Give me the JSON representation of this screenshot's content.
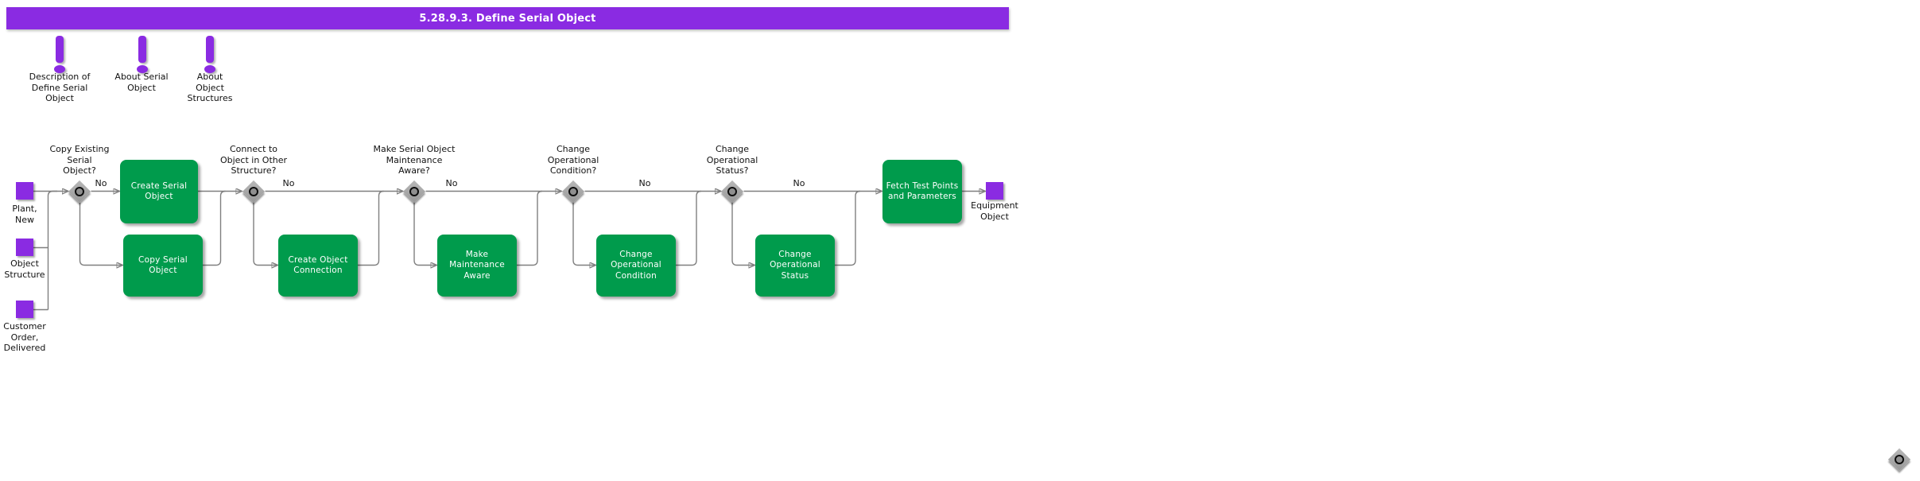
{
  "title": "5.28.9.3. Define Serial Object",
  "colors": {
    "accent_purple": "#8A2BE2",
    "task_green": "#009B4C",
    "connector_gray": "#7f7f7f",
    "decision_gray": "#a8a8a8"
  },
  "notes": [
    {
      "icon": "exclamation-icon",
      "label": "Description of\nDefine Serial\nObject"
    },
    {
      "icon": "exclamation-icon",
      "label": "About Serial\nObject"
    },
    {
      "icon": "exclamation-icon",
      "label": "About\nObject\nStructures"
    }
  ],
  "inputs": [
    {
      "label": "Plant,\nNew"
    },
    {
      "label": "Object\nStructure"
    },
    {
      "label": "Customer\nOrder,\nDelivered"
    }
  ],
  "output": {
    "label": "Equipment\nObject"
  },
  "decisions": [
    {
      "question": "Copy Existing\nSerial\nObject?",
      "no_label": "No"
    },
    {
      "question": "Connect to\nObject in Other\nStructure?",
      "no_label": "No"
    },
    {
      "question": "Make Serial Object\nMaintenance\nAware?",
      "no_label": "No"
    },
    {
      "question": "Change\nOperational\nCondition?",
      "no_label": "No"
    },
    {
      "question": "Change\nOperational\nStatus?",
      "no_label": "No"
    }
  ],
  "tasks": [
    {
      "label": "Create Serial\nObject"
    },
    {
      "label": "Copy Serial\nObject"
    },
    {
      "label": "Create Object\nConnection"
    },
    {
      "label": "Make\nMaintenance\nAware"
    },
    {
      "label": "Change\nOperational\nCondition"
    },
    {
      "label": "Change\nOperational\nStatus"
    },
    {
      "label": "Fetch Test Points\nand Parameters"
    }
  ]
}
